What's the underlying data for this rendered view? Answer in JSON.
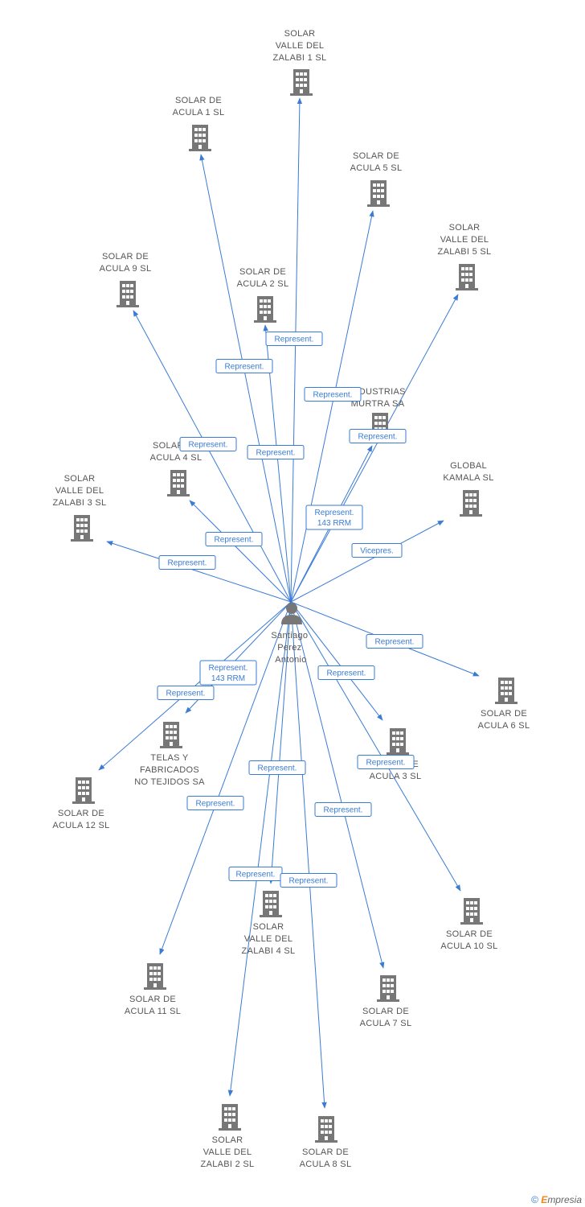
{
  "colors": {
    "edge": "#3a7bd5",
    "icon": "#777777",
    "text": "#555555",
    "brand_accent": "#e8891a"
  },
  "center": {
    "name": "Santiago Perez Antonio",
    "label_lines": [
      "Santiago",
      "Perez",
      "Antonio"
    ],
    "icon": "person-icon"
  },
  "nodes": [
    {
      "id": "n1",
      "lines": [
        "SOLAR",
        "VALLE DEL",
        "ZALABI 1 SL"
      ],
      "icon": "building-icon"
    },
    {
      "id": "n2",
      "lines": [
        "SOLAR DE",
        "ACULA 1 SL"
      ],
      "icon": "building-icon"
    },
    {
      "id": "n3",
      "lines": [
        "SOLAR DE",
        "ACULA 5 SL"
      ],
      "icon": "building-icon"
    },
    {
      "id": "n4",
      "lines": [
        "SOLAR",
        "VALLE DEL",
        "ZALABI 5 SL"
      ],
      "icon": "building-icon"
    },
    {
      "id": "n5",
      "lines": [
        "SOLAR DE",
        "ACULA 9 SL"
      ],
      "icon": "building-icon"
    },
    {
      "id": "n6",
      "lines": [
        "SOLAR DE",
        "ACULA 2 SL"
      ],
      "icon": "building-icon"
    },
    {
      "id": "n7",
      "lines": [
        "INDUSTRIAS",
        "MURTRA SA"
      ],
      "icon": "building-icon"
    },
    {
      "id": "n8",
      "lines": [
        "SOLAR DE",
        "ACULA 4 SL"
      ],
      "icon": "building-icon"
    },
    {
      "id": "n9",
      "lines": [
        "GLOBAL",
        "KAMALA SL"
      ],
      "icon": "building-icon"
    },
    {
      "id": "n10",
      "lines": [
        "SOLAR",
        "VALLE DEL",
        "ZALABI 3 SL"
      ],
      "icon": "building-icon"
    },
    {
      "id": "n11",
      "lines": [
        "SOLAR DE",
        "ACULA 6 SL"
      ],
      "icon": "building-icon"
    },
    {
      "id": "n12",
      "lines": [
        "TELAS Y",
        "FABRICADOS",
        "NO TEJIDOS SA"
      ],
      "icon": "building-icon"
    },
    {
      "id": "n13",
      "lines": [
        "SOLAR DE",
        "ACULA 3 SL"
      ],
      "icon": "building-icon"
    },
    {
      "id": "n14",
      "lines": [
        "SOLAR DE",
        "ACULA 12 SL"
      ],
      "icon": "building-icon"
    },
    {
      "id": "n15",
      "lines": [
        "SOLAR DE",
        "ACULA 10 SL"
      ],
      "icon": "building-icon"
    },
    {
      "id": "n16",
      "lines": [
        "SOLAR",
        "VALLE DEL",
        "ZALABI 4 SL"
      ],
      "icon": "building-icon"
    },
    {
      "id": "n17",
      "lines": [
        "SOLAR DE",
        "ACULA 11 SL"
      ],
      "icon": "building-icon"
    },
    {
      "id": "n18",
      "lines": [
        "SOLAR DE",
        "ACULA 7 SL"
      ],
      "icon": "building-icon"
    },
    {
      "id": "n19",
      "lines": [
        "SOLAR",
        "VALLE DEL",
        "ZALABI 2 SL"
      ],
      "icon": "building-icon"
    },
    {
      "id": "n20",
      "lines": [
        "SOLAR DE",
        "ACULA 8 SL"
      ],
      "icon": "building-icon"
    }
  ],
  "edges": [
    {
      "to": "n1",
      "label": [
        "Represent."
      ]
    },
    {
      "to": "n2",
      "label": [
        "Represent."
      ]
    },
    {
      "to": "n3",
      "label": [
        "Represent."
      ]
    },
    {
      "to": "n4",
      "label": [
        "Represent."
      ]
    },
    {
      "to": "n5",
      "label": [
        "Represent."
      ]
    },
    {
      "to": "n6",
      "label": [
        "Represent."
      ]
    },
    {
      "to": "n7",
      "label": [
        "Represent.",
        "143 RRM"
      ]
    },
    {
      "to": "n8",
      "label": [
        "Represent."
      ]
    },
    {
      "to": "n9",
      "label": [
        "Vicepres."
      ]
    },
    {
      "to": "n10",
      "label": [
        "Represent."
      ]
    },
    {
      "to": "n11",
      "label": [
        "Represent."
      ]
    },
    {
      "to": "n12",
      "label": [
        "Represent.",
        "143 RRM"
      ]
    },
    {
      "to": "n13",
      "label": [
        "Represent."
      ]
    },
    {
      "to": "n14",
      "label": [
        "Represent."
      ]
    },
    {
      "to": "n15",
      "label": [
        "Represent."
      ]
    },
    {
      "to": "n16",
      "label": [
        "Represent."
      ]
    },
    {
      "to": "n17",
      "label": [
        "Represent."
      ]
    },
    {
      "to": "n18",
      "label": [
        "Represent."
      ]
    },
    {
      "to": "n19",
      "label": [
        "Represent."
      ]
    },
    {
      "to": "n20",
      "label": [
        "Represent."
      ]
    }
  ],
  "footer": {
    "copyright": "©",
    "brand_initial": "E",
    "brand_rest": "mpresia"
  }
}
